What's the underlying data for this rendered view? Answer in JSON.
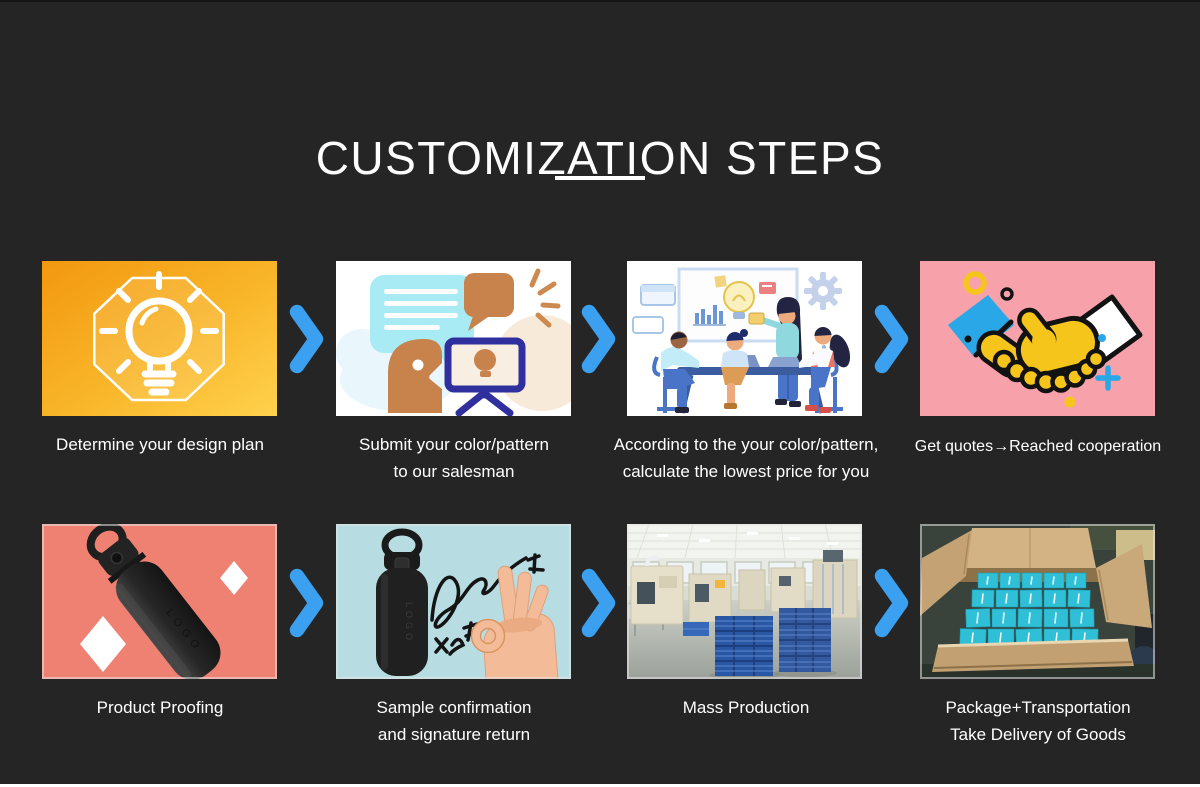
{
  "page": {
    "background_color": "#252525",
    "top_strip_color": "#141414",
    "bottom_strip_color": "#FFFFFF"
  },
  "header": {
    "title": "CUSTOMIZATION STEPS",
    "underline": true
  },
  "arrow": {
    "icon": "chevron-right-icon",
    "color": "#3AA0EF",
    "count": 6
  },
  "steps": [
    {
      "id": 1,
      "icon": "idea-lightbulb-illustration",
      "bg_color": "#F6A41C",
      "lines": [
        "Determine your design plan"
      ]
    },
    {
      "id": 2,
      "icon": "chat-consultation-illustration",
      "bg_color": "#FFFFFF",
      "lines": [
        "Submit your color/pattern",
        "to our salesman"
      ]
    },
    {
      "id": 3,
      "icon": "team-pricing-meeting-illustration",
      "bg_color": "#FFFFFF",
      "lines": [
        "According to the your color/pattern,",
        "calculate the lowest price for you"
      ]
    },
    {
      "id": 4,
      "icon": "handshake-cooperation-illustration",
      "bg_color": "#F7A2AA",
      "lines": [
        "Get quotes→Reached cooperation"
      ]
    },
    {
      "id": 5,
      "icon": "black-bottle-proofing-photo",
      "bg_color": "#EF8172",
      "lines": [
        "Product Proofing"
      ]
    },
    {
      "id": 6,
      "icon": "sample-signature-ok-hand-photo",
      "bg_color": "#B7DCE1",
      "lines": [
        "Sample confirmation",
        "and signature return"
      ]
    },
    {
      "id": 7,
      "icon": "factory-workshop-photo",
      "bg_color": "#C9CCC6",
      "lines": [
        "Mass Production"
      ]
    },
    {
      "id": 8,
      "icon": "carton-packed-boxes-photo",
      "bg_color": "#39423B",
      "lines": [
        "Package+Transportation",
        "Take Delivery of Goods"
      ]
    }
  ]
}
